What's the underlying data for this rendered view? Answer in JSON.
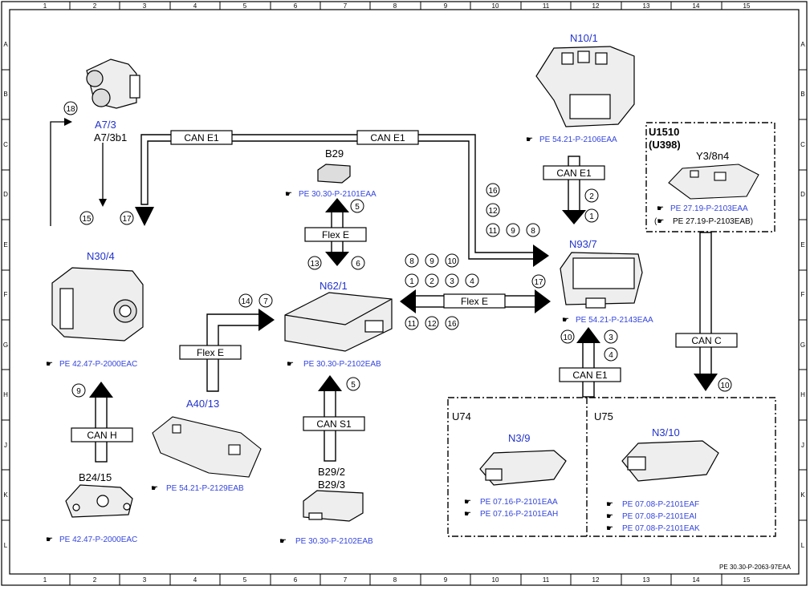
{
  "frame": {
    "cols": [
      "1",
      "2",
      "3",
      "4",
      "5",
      "6",
      "7",
      "8",
      "9",
      "10",
      "11",
      "12",
      "13",
      "14",
      "15"
    ],
    "rows": [
      "A",
      "B",
      "C",
      "D",
      "E",
      "F",
      "G",
      "H",
      "J",
      "K",
      "L"
    ],
    "footer_ref": "PE 30.30-P-2063-97EAA"
  },
  "components": {
    "a7_3": {
      "label": "A7/3",
      "sublabel": "A7/3b1"
    },
    "n10_1": {
      "label": "N10/1",
      "ref": "PE 54.21-P-2106EAA"
    },
    "u1510": {
      "label": "U1510",
      "sublabel": "(U398)",
      "part": "Y3/8n4",
      "ref1": "PE 27.19-P-2103EAA",
      "ref2": "PE 27.19-P-2103EAB)"
    },
    "b29": {
      "label": "B29",
      "ref": "PE 30.30-P-2101EAA"
    },
    "n30_4": {
      "label": "N30/4",
      "ref": "PE 42.47-P-2000EAC"
    },
    "n62_1": {
      "label": "N62/1",
      "ref": "PE 30.30-P-2102EAB"
    },
    "n93_7": {
      "label": "N93/7",
      "ref": "PE 54.21-P-2143EAA"
    },
    "a40_13": {
      "label": "A40/13",
      "ref": "PE 54.21-P-2129EAB"
    },
    "b24_15": {
      "label": "B24/15",
      "ref": "PE 42.47-P-2000EAC"
    },
    "b29_2": {
      "label1": "B29/2",
      "label2": "B29/3",
      "ref": "PE 30.30-P-2102EAB"
    },
    "u74": {
      "label": "U74",
      "part": "N3/9",
      "ref1": "PE 07.16-P-2101EAA",
      "ref2": "PE 07.16-P-2101EAH"
    },
    "u75": {
      "label": "U75",
      "part": "N3/10",
      "ref1": "PE 07.08-P-2101EAF",
      "ref2": "PE 07.08-P-2101EAI",
      "ref3": "PE 07.08-P-2101EAK"
    }
  },
  "buses": {
    "can_e1": "CAN E1",
    "can_c": "CAN C",
    "can_h": "CAN H",
    "can_s1": "CAN S1",
    "flex_e": "Flex E"
  },
  "markers": {
    "m18": "18",
    "m15": "15",
    "m17": "17",
    "m16": "16",
    "m12": "12",
    "m11": "11",
    "m9": "9",
    "m8": "8",
    "m2": "2",
    "m1": "1",
    "m5": "5",
    "m13": "13",
    "m6": "6",
    "m10": "10",
    "m3": "3",
    "m4": "4",
    "m14": "14",
    "m7": "7"
  }
}
